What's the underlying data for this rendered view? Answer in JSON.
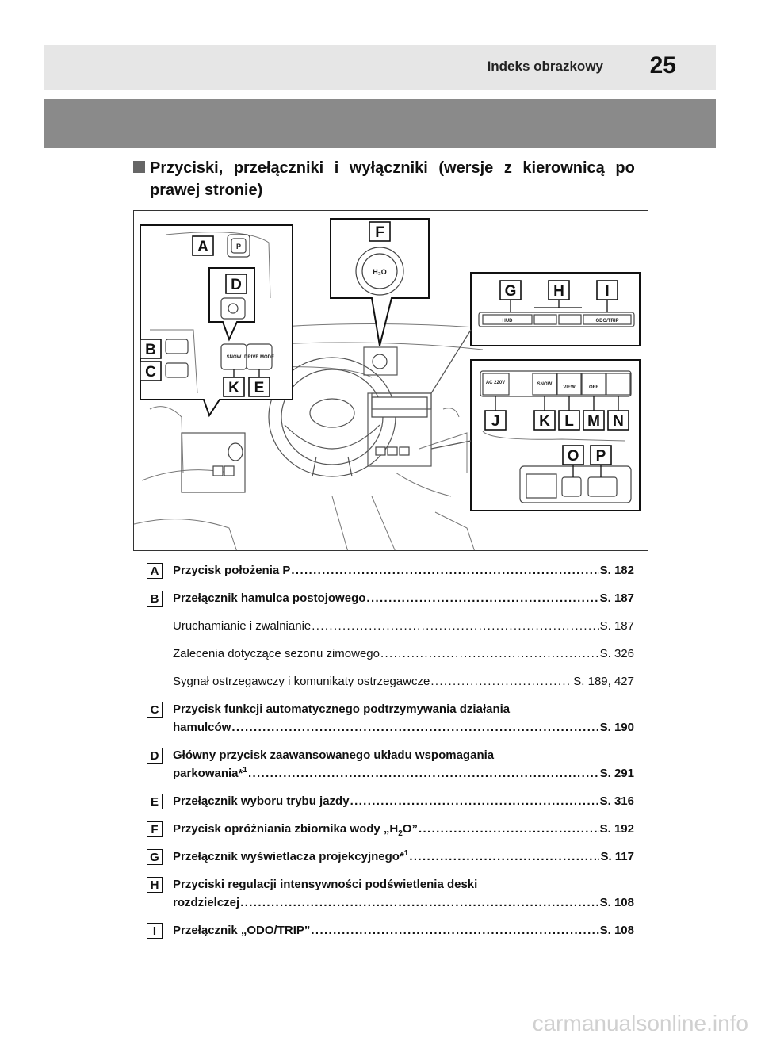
{
  "header": {
    "title": "Indeks obrazkowy",
    "page_number": "25"
  },
  "section": {
    "heading_line1": "Przyciski, przełączniki i wyłączniki (wersje z kierownicą po",
    "heading_line2": "prawej stronie)"
  },
  "figure": {
    "labels": [
      "A",
      "B",
      "C",
      "D",
      "E",
      "F",
      "G",
      "H",
      "I",
      "J",
      "K",
      "K",
      "L",
      "M",
      "N",
      "O",
      "P"
    ],
    "button_texts": {
      "p": "P",
      "h2o": "H₂O",
      "snow": "SNOW",
      "drive_mode": "DRIVE MODE",
      "hud": "HUD",
      "odo_trip": "ODO/TRIP",
      "ac": "AC 220V",
      "view": "VIEW",
      "off": "OFF"
    }
  },
  "entries": [
    {
      "letter": "A",
      "text": "Przycisk położenia P",
      "page": "S. 182"
    },
    {
      "letter": "B",
      "text": "Przełącznik hamulca postojowego",
      "page": "S. 187",
      "subs": [
        {
          "text": "Uruchamianie i zwalnianie",
          "page": "S. 187"
        },
        {
          "text": "Zalecenia dotyczące sezonu zimowego",
          "page": "S. 326"
        },
        {
          "text": "Sygnał ostrzegawczy i komunikaty ostrzegawcze",
          "page": "S. 189, 427"
        }
      ]
    },
    {
      "letter": "C",
      "line1": "Przycisk funkcji automatycznego podtrzymywania działania",
      "text": "hamulców",
      "page": "S. 190"
    },
    {
      "letter": "D",
      "line1": "Główny przycisk zaawansowanego układu wspomagania",
      "text": "parkowania*",
      "sup": "1",
      "page": "S. 291"
    },
    {
      "letter": "E",
      "text": "Przełącznik wyboru trybu jazdy",
      "page": "S. 316"
    },
    {
      "letter": "F",
      "text_pre": "Przycisk opróżniania zbiornika wody „H",
      "text_sub": "2",
      "text_post": "O”",
      "page": "S. 192"
    },
    {
      "letter": "G",
      "text": "Przełącznik wyświetlacza projekcyjnego*",
      "sup": "1",
      "page": "S. 117"
    },
    {
      "letter": "H",
      "line1": "Przyciski regulacji intensywności podświetlenia deski",
      "text": "rozdzielczej",
      "page": "S. 108"
    },
    {
      "letter": "I",
      "text": "Przełącznik „ODO/TRIP”",
      "page": "S. 108"
    }
  ],
  "watermark": "carmanualsonline.info"
}
